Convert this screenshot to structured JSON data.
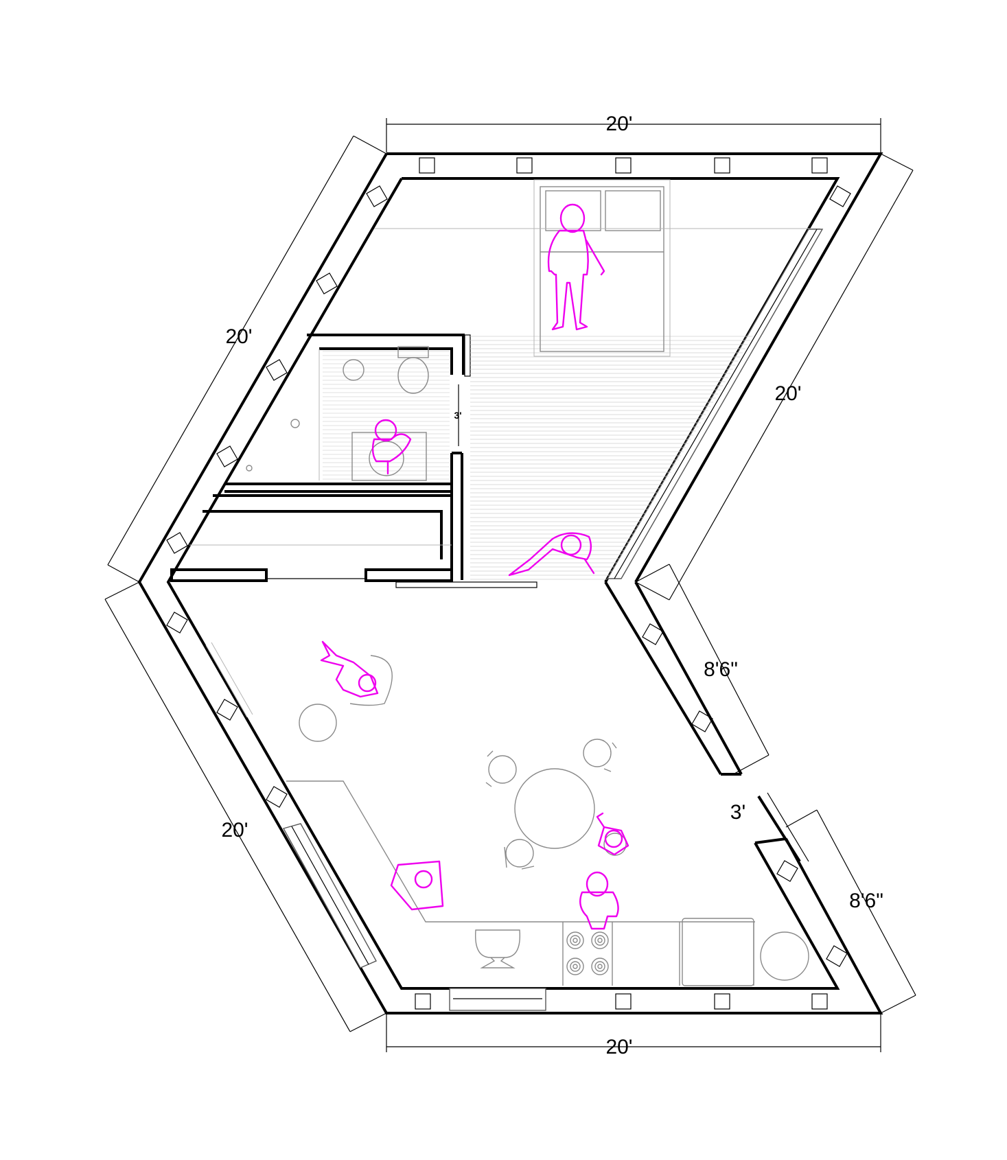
{
  "dimensions": {
    "top_width": "20'",
    "bottom_width": "20'",
    "upper_left_side": "20'",
    "upper_right_side": "20'",
    "lower_left_side": "20'",
    "right_upper_segment": "8'6\"",
    "right_gap": "3'",
    "right_lower_segment": "8'6\"",
    "bathroom_door": "3'"
  },
  "colors": {
    "walls": "#000000",
    "people": "#ee00ee",
    "furniture": "#8a8a8a",
    "background": "#ffffff"
  },
  "icons": [
    "person-standing-icon",
    "person-walking-icon",
    "person-seated-icon",
    "chair-icon",
    "table-icon",
    "stove-icon",
    "toilet-icon",
    "bed-icon",
    "sink-icon"
  ]
}
